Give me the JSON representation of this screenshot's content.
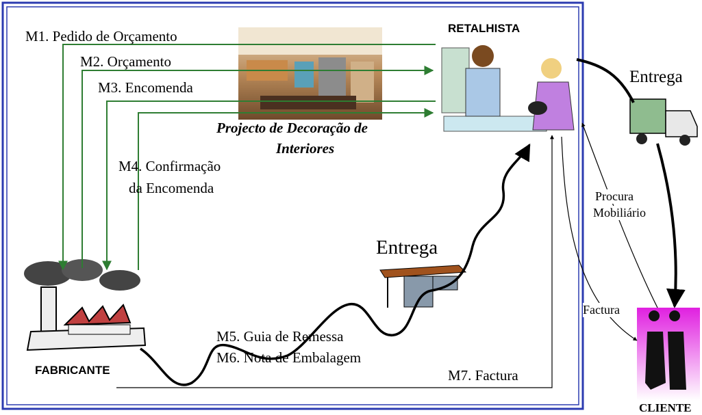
{
  "labels": {
    "m1": "M1. Pedido de Orçamento",
    "m2": "M2. Orçamento",
    "m3": "M3. Encomenda",
    "m4_line1": "M4. Confirmação",
    "m4_line2": "da Encomenda",
    "m5": "M5. Guia de Remessa",
    "m6": "M6. Nota de Embalagem",
    "m7": "M7. Factura",
    "retalhista": "RETALHISTA",
    "fabricante": "FABRICANTE",
    "cliente": "CLIENTE",
    "entrega_desk": "Entrega",
    "entrega_truck": "Entrega",
    "project_line1": "Projecto de Decoração de",
    "project_line2": "Interiores",
    "procura_line1": "Procura",
    "procura_line2": "Mobiliário",
    "factura_client": "Factura"
  },
  "colors": {
    "frame": "#2b3bb0",
    "flow_arrow": "#2e7d32",
    "ink": "#000000"
  }
}
